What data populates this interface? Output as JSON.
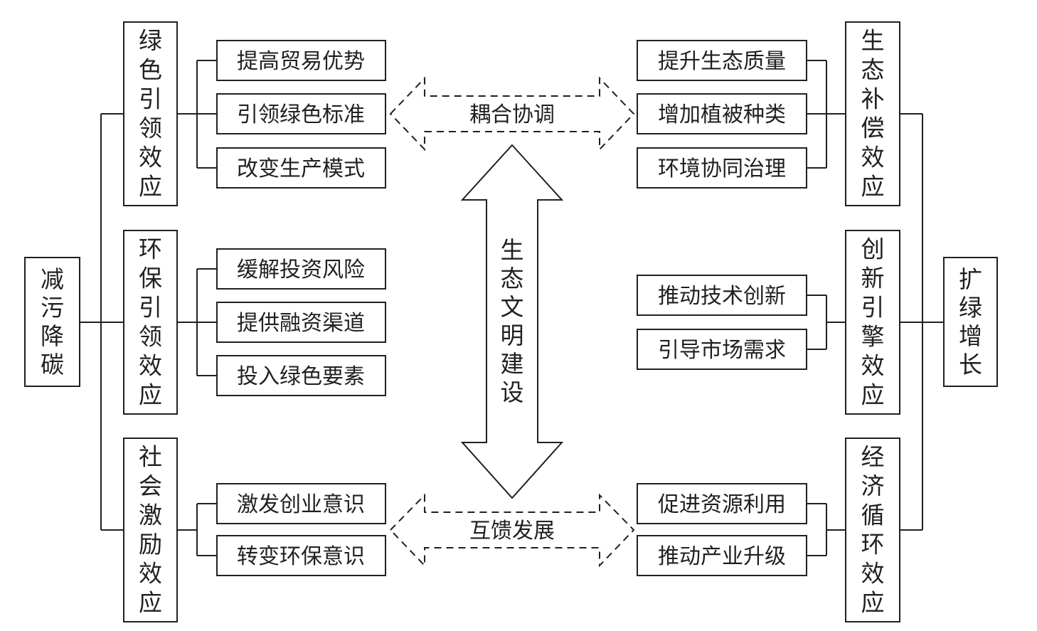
{
  "left": {
    "root": "减污降碳",
    "groups": [
      {
        "title": "绿色引领效应",
        "items": [
          "提高贸易优势",
          "引领绿色标准",
          "改变生产模式"
        ]
      },
      {
        "title": "环保引领效应",
        "items": [
          "缓解投资风险",
          "提供融资渠道",
          "投入绿色要素"
        ]
      },
      {
        "title": "社会激励效应",
        "items": [
          "激发创业意识",
          "转变环保意识"
        ]
      }
    ]
  },
  "right": {
    "root": "扩绿增长",
    "groups": [
      {
        "title": "生态补偿效应",
        "items": [
          "提升生态质量",
          "增加植被种类",
          "环境协同治理"
        ]
      },
      {
        "title": "创新引擎效应",
        "items": [
          "推动技术创新",
          "引导市场需求"
        ]
      },
      {
        "title": "经济循环效应",
        "items": [
          "促进资源利用",
          "推动产业升级"
        ]
      }
    ]
  },
  "center": {
    "top_arrow": "耦合协调",
    "main_arrow": "生态文明建设",
    "bottom_arrow": "互馈发展"
  }
}
